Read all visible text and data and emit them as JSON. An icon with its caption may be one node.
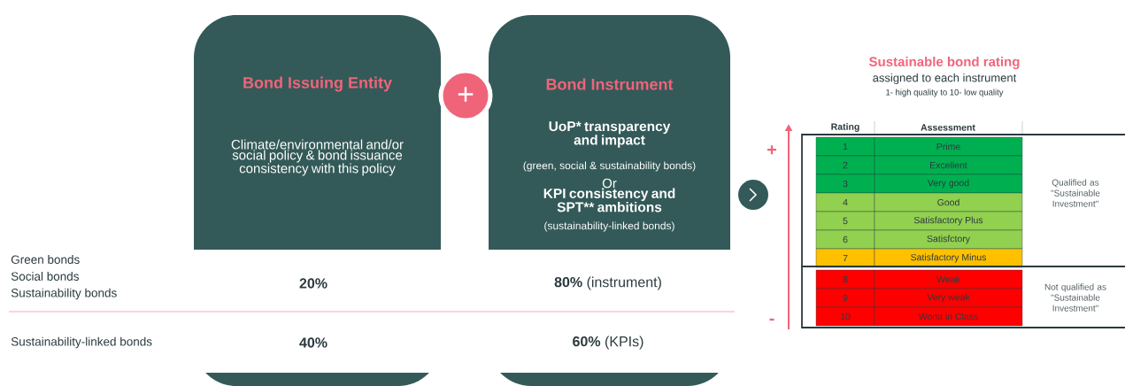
{
  "diagram": {
    "nodes": [
      {
        "text": [
          "Bond Issuing Entity",
          "Climate/environmental and/or social policy & bond issuance consistency with this policy"
        ]
      },
      {
        "text": [
          "+"
        ]
      },
      {
        "text": [
          "Bond Instrument",
          "UoP* transparency and impact",
          "(green, social & sustainability bonds)",
          "Or",
          "KPI consistency and SPT** ambitions",
          "(sustainability-linked bonds)"
        ]
      }
    ],
    "labels": [
      "Sustainable bond rating",
      "assigned to each instrument",
      "1- high quality to 10- low quality",
      "+",
      "Rating",
      "Assessment",
      "1",
      "Prime",
      "2",
      "Excellent",
      "3",
      "Very good",
      "4",
      "Good",
      "5",
      "Satisfactory Plus",
      "6",
      "Satisfctory",
      "7",
      "Satisfactory Minus",
      "8",
      "Weak",
      "9",
      "Very weak",
      "10",
      "Worst in Class",
      "Qualified as \"Sustainable Investment\"",
      "Not qualified as \"Sustainable Investment\"",
      "-",
      "Green bonds",
      "Social bonds",
      "Sustainability bonds",
      "20%",
      "**80%** (instrument)",
      "Sustainability-linked bonds",
      "40%",
      "**60%** (KPIs)"
    ]
  }
}
